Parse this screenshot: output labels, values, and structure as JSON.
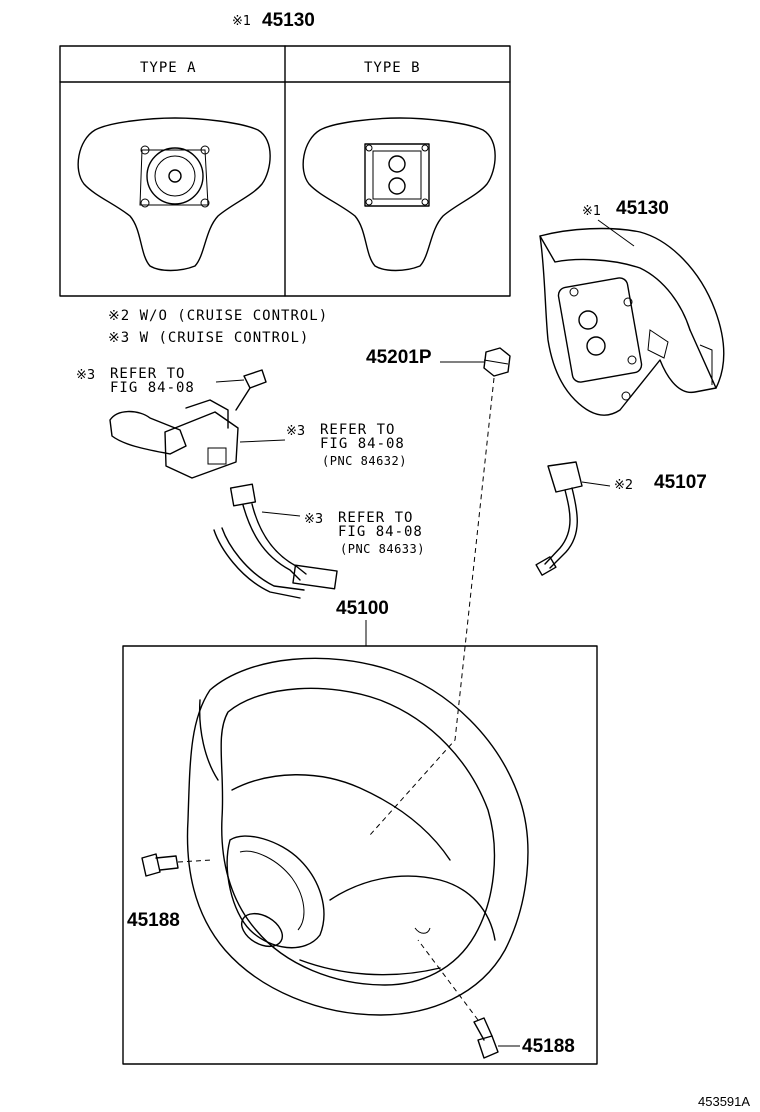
{
  "diagram": {
    "type_box": {
      "mark": "※1",
      "part_no": "45130",
      "col_a": "TYPE A",
      "col_b": "TYPE B"
    },
    "notes": [
      "※2 W/O (CRUISE CONTROL)",
      "※3 W (CRUISE CONTROL)"
    ],
    "callouts": {
      "refer_1_mark": "※3",
      "refer_1_line1": "REFER TO",
      "refer_1_line2": "FIG 84-08",
      "refer_2_mark": "※3",
      "refer_2_line1": "REFER TO",
      "refer_2_line2": "FIG 84-08",
      "refer_2_pnc": "(PNC 84632)",
      "refer_3_mark": "※3",
      "refer_3_line1": "REFER TO",
      "refer_3_line2": "FIG 84-08",
      "refer_3_pnc": "(PNC 84633)"
    },
    "parts": {
      "airbag_mark": "※1",
      "airbag": "45130",
      "nut": "45201P",
      "harness_mark": "※2",
      "harness": "45107",
      "wheel": "45100",
      "bolt_left": "45188",
      "bolt_bottom": "45188"
    },
    "diagram_id": "453591A"
  }
}
